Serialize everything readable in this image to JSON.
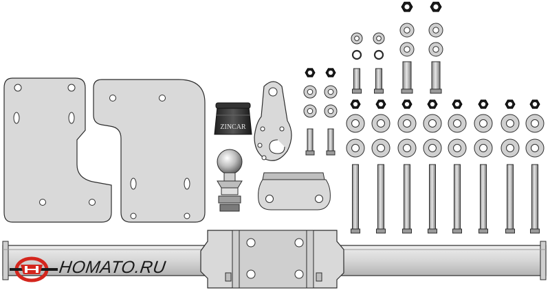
{
  "image": {
    "subject": "tow hitch kit parts",
    "colors": {
      "metal_light": "#d9d9d9",
      "metal_mid": "#bfbfbf",
      "metal_dark": "#7a7a7a",
      "outline": "#2b2b2b",
      "logo_red": "#d4261d",
      "logo_black": "#1a1a1a"
    }
  },
  "ball_cover": {
    "brand_text": "ZINCAR"
  },
  "watermark": {
    "text": "HOMATO.RU"
  }
}
